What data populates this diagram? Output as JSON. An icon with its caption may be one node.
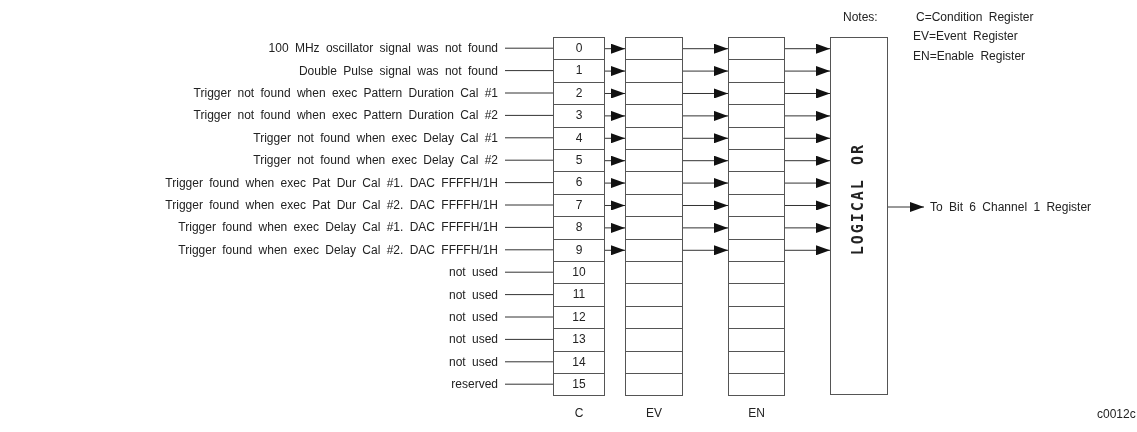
{
  "diagram": {
    "nodes": [
      {
        "text": [
          "100 MHz oscillator signal was not found"
        ]
      },
      {
        "text": [
          "Double Pulse signal was not found"
        ]
      },
      {
        "text": [
          "Trigger not found when exec Pattern Duration Cal #1"
        ]
      },
      {
        "text": [
          "Trigger not found when exec Pattern Duration Cal #2"
        ]
      },
      {
        "text": [
          "Trigger not found when exec Delay Cal #1"
        ]
      },
      {
        "text": [
          "Trigger not found when exec Delay Cal #2"
        ]
      },
      {
        "text": [
          "Trigger found when exec Pat Dur Cal #1. DAC FFFFH/1H"
        ]
      },
      {
        "text": [
          "Trigger found when exec Pat Dur Cal #2. DAC FFFFH/1H"
        ]
      },
      {
        "text": [
          "Trigger found when exec Delay Cal #1. DAC FFFFH/1H"
        ]
      },
      {
        "text": [
          "Trigger found when exec Delay Cal #2. DAC FFFFH/1H"
        ]
      },
      {
        "text": [
          "not used"
        ]
      },
      {
        "text": [
          "not used"
        ]
      },
      {
        "text": [
          "not used"
        ]
      },
      {
        "text": [
          "not used"
        ]
      },
      {
        "text": [
          "not used"
        ]
      },
      {
        "text": [
          "reserved"
        ]
      },
      {
        "text": [
          "C"
        ]
      },
      {
        "text": [
          "0"
        ],
        "in": 16
      },
      {
        "text": [
          "1"
        ],
        "in": 16
      },
      {
        "text": [
          "2"
        ],
        "in": 16
      },
      {
        "text": [
          "3"
        ],
        "in": 16
      },
      {
        "text": [
          "4"
        ],
        "in": 16
      },
      {
        "text": [
          "5"
        ],
        "in": 16
      },
      {
        "text": [
          "6"
        ],
        "in": 16
      },
      {
        "text": [
          "7"
        ],
        "in": 16
      },
      {
        "text": [
          "8"
        ],
        "in": 16
      },
      {
        "text": [
          "9"
        ],
        "in": 16
      },
      {
        "text": [
          "10"
        ],
        "in": 16
      },
      {
        "text": [
          "11"
        ],
        "in": 16
      },
      {
        "text": [
          "12"
        ],
        "in": 16
      },
      {
        "text": [
          "13"
        ],
        "in": 16
      },
      {
        "text": [
          "14"
        ],
        "in": 16
      },
      {
        "text": [
          "15"
        ],
        "in": 16
      },
      {
        "text": [
          "EV"
        ]
      },
      {
        "text": [],
        "shape": "box",
        "in": 33
      },
      {
        "text": [],
        "shape": "box",
        "in": 33
      },
      {
        "text": [],
        "shape": "box",
        "in": 33
      },
      {
        "text": [],
        "shape": "box",
        "in": 33
      },
      {
        "text": [],
        "shape": "box",
        "in": 33
      },
      {
        "text": [],
        "shape": "box",
        "in": 33
      },
      {
        "text": [],
        "shape": "box",
        "in": 33
      },
      {
        "text": [],
        "shape": "box",
        "in": 33
      },
      {
        "text": [],
        "shape": "box",
        "in": 33
      },
      {
        "text": [],
        "shape": "box",
        "in": 33
      },
      {
        "text": [],
        "shape": "box",
        "in": 33
      },
      {
        "text": [],
        "shape": "box",
        "in": 33
      },
      {
        "text": [],
        "shape": "box",
        "in": 33
      },
      {
        "text": [],
        "shape": "box",
        "in": 33
      },
      {
        "text": [],
        "shape": "box",
        "in": 33
      },
      {
        "text": [],
        "shape": "box",
        "in": 33
      },
      {
        "text": [
          "EN"
        ]
      },
      {
        "text": [],
        "shape": "box",
        "in": 50
      },
      {
        "text": [],
        "shape": "box",
        "in": 50
      },
      {
        "text": [],
        "shape": "box",
        "in": 50
      },
      {
        "text": [],
        "shape": "box",
        "in": 50
      },
      {
        "text": [],
        "shape": "box",
        "in": 50
      },
      {
        "text": [],
        "shape": "box",
        "in": 50
      },
      {
        "text": [],
        "shape": "box",
        "in": 50
      },
      {
        "text": [],
        "shape": "box",
        "in": 50
      },
      {
        "text": [],
        "shape": "box",
        "in": 50
      },
      {
        "text": [],
        "shape": "box",
        "in": 50
      },
      {
        "text": [],
        "shape": "box",
        "in": 50
      },
      {
        "text": [],
        "shape": "box",
        "in": 50
      },
      {
        "text": [],
        "shape": "box",
        "in": 50
      },
      {
        "text": [],
        "shape": "box",
        "in": 50
      },
      {
        "text": [],
        "shape": "box",
        "in": 50
      },
      {
        "text": [],
        "shape": "box",
        "in": 50
      },
      {
        "text": [
          "LOGICAL OR"
        ]
      },
      {
        "text": [
          "To Bit 6 Channel 1 Register"
        ]
      }
    ],
    "edges": [
      {
        "from": 0,
        "to": 17,
        "arrow": "none"
      },
      {
        "from": 1,
        "to": 18,
        "arrow": "none"
      },
      {
        "from": 2,
        "to": 19,
        "arrow": "none"
      },
      {
        "from": 3,
        "to": 20,
        "arrow": "none"
      },
      {
        "from": 4,
        "to": 21,
        "arrow": "none"
      },
      {
        "from": 5,
        "to": 22,
        "arrow": "none"
      },
      {
        "from": 6,
        "to": 23,
        "arrow": "none"
      },
      {
        "from": 7,
        "to": 24,
        "arrow": "none"
      },
      {
        "from": 8,
        "to": 25,
        "arrow": "none"
      },
      {
        "from": 9,
        "to": 26,
        "arrow": "none"
      },
      {
        "from": 10,
        "to": 27,
        "arrow": "none"
      },
      {
        "from": 11,
        "to": 28,
        "arrow": "none"
      },
      {
        "from": 12,
        "to": 29,
        "arrow": "none"
      },
      {
        "from": 13,
        "to": 30,
        "arrow": "none"
      },
      {
        "from": 14,
        "to": 31,
        "arrow": "none"
      },
      {
        "from": 15,
        "to": 32,
        "arrow": "none"
      },
      {
        "from": 17,
        "to": 34,
        "arrow": "to"
      },
      {
        "from": 18,
        "to": 35,
        "arrow": "to"
      },
      {
        "from": 19,
        "to": 36,
        "arrow": "to"
      },
      {
        "from": 20,
        "to": 37,
        "arrow": "to"
      },
      {
        "from": 21,
        "to": 38,
        "arrow": "to"
      },
      {
        "from": 22,
        "to": 39,
        "arrow": "to"
      },
      {
        "from": 23,
        "to": 40,
        "arrow": "to"
      },
      {
        "from": 24,
        "to": 41,
        "arrow": "to"
      },
      {
        "from": 25,
        "to": 42,
        "arrow": "to"
      },
      {
        "from": 26,
        "to": 43,
        "arrow": "to"
      },
      {
        "from": 34,
        "to": 51,
        "arrow": "to"
      },
      {
        "from": 35,
        "to": 52,
        "arrow": "to"
      },
      {
        "from": 36,
        "to": 53,
        "arrow": "to"
      },
      {
        "from": 37,
        "to": 54,
        "arrow": "to"
      },
      {
        "from": 38,
        "to": 55,
        "arrow": "to"
      },
      {
        "from": 39,
        "to": 56,
        "arrow": "to"
      },
      {
        "from": 40,
        "to": 57,
        "arrow": "to"
      },
      {
        "from": 41,
        "to": 58,
        "arrow": "to"
      },
      {
        "from": 42,
        "to": 59,
        "arrow": "to"
      },
      {
        "from": 43,
        "to": 60,
        "arrow": "to"
      },
      {
        "from": 51,
        "to": 67,
        "arrow": "to"
      },
      {
        "from": 52,
        "to": 67,
        "arrow": "to"
      },
      {
        "from": 53,
        "to": 67,
        "arrow": "to"
      },
      {
        "from": 54,
        "to": 67,
        "arrow": "to"
      },
      {
        "from": 55,
        "to": 67,
        "arrow": "to"
      },
      {
        "from": 56,
        "to": 67,
        "arrow": "to"
      },
      {
        "from": 57,
        "to": 67,
        "arrow": "to"
      },
      {
        "from": 58,
        "to": 67,
        "arrow": "to"
      },
      {
        "from": 59,
        "to": 67,
        "arrow": "to"
      },
      {
        "from": 60,
        "to": 67,
        "arrow": "to"
      },
      {
        "from": 67,
        "to": 68,
        "arrow": "to"
      }
    ],
    "labels": [
      "Notes:",
      "C=Condition Register",
      "EV=Event Register",
      "EN=Enable Register",
      "c0012c"
    ]
  }
}
